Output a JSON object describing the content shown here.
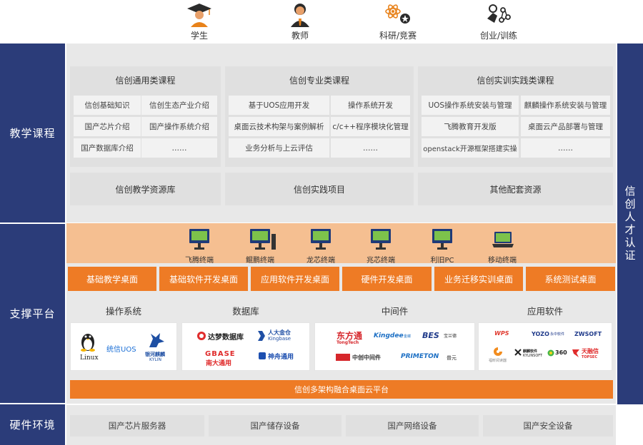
{
  "users": [
    {
      "label": "学生",
      "icon": "graduate-icon"
    },
    {
      "label": "教师",
      "icon": "teacher-icon"
    },
    {
      "label": "科研/竞赛",
      "icon": "research-icon"
    },
    {
      "label": "创业/训练",
      "icon": "startup-icon"
    }
  ],
  "sections": {
    "teaching": "教学课程",
    "support": "支撑平台",
    "hardware": "硬件环境",
    "certification": "信创人才认证"
  },
  "course_groups": [
    {
      "title": "信创通用类课程",
      "cells": [
        "信创基础知识",
        "信创生态产业介绍",
        "国产芯片介绍",
        "国产操作系统介绍",
        "国产数据库介绍",
        "……"
      ]
    },
    {
      "title": "信创专业类课程",
      "cells": [
        "基于UOS应用开发",
        "操作系统开发",
        "桌面云技术构架与案例解析",
        "c/c++程序模块化管理",
        "业务分析与上云评估",
        "……"
      ]
    },
    {
      "title": "信创实训实践类课程",
      "cells": [
        "UOS操作系统安装与管理",
        "麒麟操作系统安装与管理",
        "飞腾教育开发版",
        "桌面云产品部署与管理",
        "openstack开源框架搭建实操",
        "……"
      ]
    }
  ],
  "resources": [
    "信创教学资源库",
    "信创实践项目",
    "其他配套资源"
  ],
  "terminals": [
    "飞腾终端",
    "鲲鹏终端",
    "龙芯终端",
    "兆芯终端",
    "利旧PC",
    "移动终端"
  ],
  "desktops": [
    "基础教学桌面",
    "基础软件开发桌面",
    "应用软件开发桌面",
    "硬件开发桌面",
    "业务迁移实训桌面",
    "系统测试桌面"
  ],
  "categories": [
    "操作系统",
    "数据库",
    "中间件",
    "应用软件"
  ],
  "logos": {
    "os": [
      "Linux",
      "统信UOS",
      "银河麒麟",
      "KYLIN"
    ],
    "db": [
      "达梦数据库",
      "人大金仓",
      "Kingbase",
      "GBASE",
      "南大通用",
      "神舟通用"
    ],
    "mw": [
      "东方通",
      "TongTech",
      "Kingdee",
      "金蝶",
      "BES",
      "宝兰德",
      "中创中间件",
      "PRIMETON",
      "普元"
    ],
    "app": [
      "WPS",
      "YOZO",
      "永中软件",
      "ZWSOFT",
      "福昕",
      "福昕阅读器",
      "麒麟软件",
      "KYLINSOFT",
      "360",
      "天融信",
      "TOPSEC"
    ]
  },
  "platform": "信创多架构融合桌面云平台",
  "hardware": [
    "国产芯片服务器",
    "国产储存设备",
    "国产网络设备",
    "国产安全设备"
  ],
  "colors": {
    "navy": "#2b3c79",
    "orange": "#ee7b25",
    "peach": "#f5bf91",
    "gray": "#e0e0e0"
  }
}
